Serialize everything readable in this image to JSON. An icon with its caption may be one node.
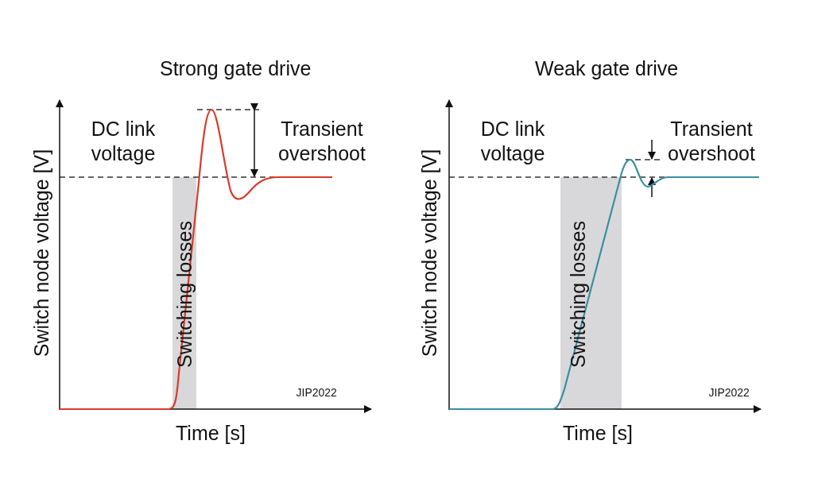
{
  "diagram": {
    "labels": [
      "Strong gate drive",
      "Weak gate drive",
      "DC link voltage",
      "Transient overshoot",
      "DC link voltage",
      "Transient overshoot",
      "Switch node voltage [V]",
      "Switching losses",
      "Switch node voltage [V]",
      "Switching losses",
      "JIP2022",
      "JIP2022",
      "Time [s]",
      "Time [s]"
    ]
  }
}
